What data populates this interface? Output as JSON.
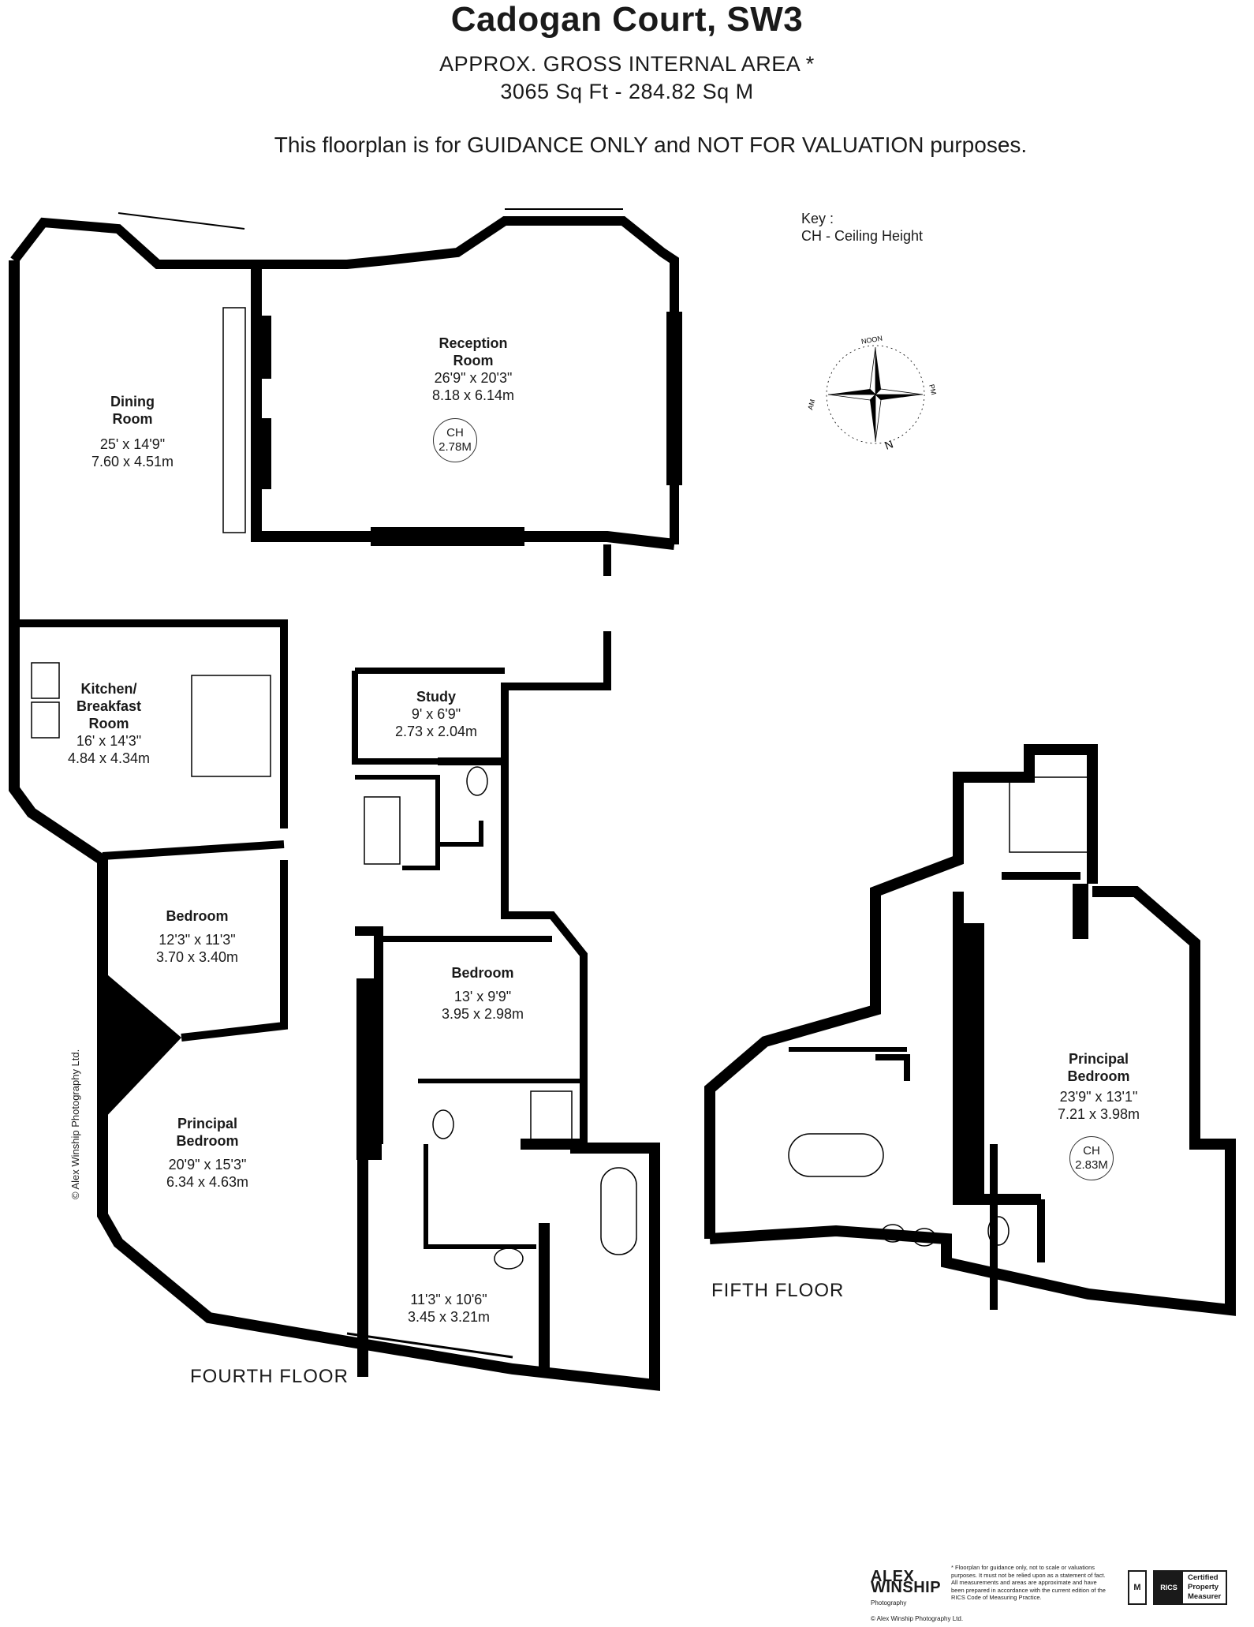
{
  "header": {
    "title": "Cadogan Court, SW3",
    "area_line": "APPROX. GROSS INTERNAL  AREA *",
    "area_values": "3065 Sq Ft  -  284.82 Sq M",
    "disclaimer": "This floorplan is for GUIDANCE ONLY and NOT FOR VALUATION purposes."
  },
  "key": {
    "title": "Key :",
    "entry": "CH - Ceiling Height"
  },
  "compass": {
    "noon": "NOON",
    "am": "AM",
    "pm": "PM",
    "north": "N"
  },
  "fourth_floor": {
    "label": "FOURTH FLOOR",
    "rooms": [
      {
        "id": "reception",
        "name": "Reception\nRoom",
        "imperial": "26'9\" x 20'3\"",
        "metric": "8.18 x 6.14m",
        "ch_label": "CH",
        "ch_value": "2.78M"
      },
      {
        "id": "dining",
        "name": "Dining\nRoom",
        "imperial": "25' x 14'9\"",
        "metric": "7.60 x 4.51m"
      },
      {
        "id": "kitchen",
        "name": "Kitchen/\nBreakfast\nRoom",
        "imperial": "16' x 14'3\"",
        "metric": "4.84 x 4.34m"
      },
      {
        "id": "study",
        "name": "Study",
        "imperial": "9' x 6'9\"",
        "metric": "2.73 x 2.04m"
      },
      {
        "id": "bedroom1",
        "name": "Bedroom",
        "imperial": "12'3\" x 11'3\"",
        "metric": "3.70 x 3.40m"
      },
      {
        "id": "bedroom2",
        "name": "Bedroom",
        "imperial": "13' x 9'9\"",
        "metric": "3.95 x 2.98m"
      },
      {
        "id": "principal4",
        "name": "Principal\nBedroom",
        "imperial": "20'9\" x 15'3\"",
        "metric": "6.34 x 4.63m"
      },
      {
        "id": "bath4",
        "name": "",
        "imperial": "11'3\" x 10'6\"",
        "metric": "3.45 x 3.21m"
      }
    ]
  },
  "fifth_floor": {
    "label": "FIFTH FLOOR",
    "rooms": [
      {
        "id": "principal5",
        "name": "Principal\nBedroom",
        "imperial": "23'9\" x 13'1\"",
        "metric": "7.21 x 3.98m",
        "ch_label": "CH",
        "ch_value": "2.83M"
      }
    ]
  },
  "copyright": "© Alex Winship Photography Ltd.",
  "footer": {
    "brand_line1": "ALEX",
    "brand_line2": "WINSHIP",
    "brand_sub": "Photography",
    "brand_credit": "© Alex Winship Photography Ltd.",
    "footnote": "* Floorplan for guidance only, not to scale or valuations purposes. It must not be relied upon as a statement of fact. All measurements and areas are approximate and have been prepared in accordance with the current edition of the RICS Code of Measuring Practice.",
    "mark": "M",
    "rics_logo": "RICS",
    "rics_line1": "Certified",
    "rics_line2": "Property",
    "rics_line3": "Measurer"
  }
}
